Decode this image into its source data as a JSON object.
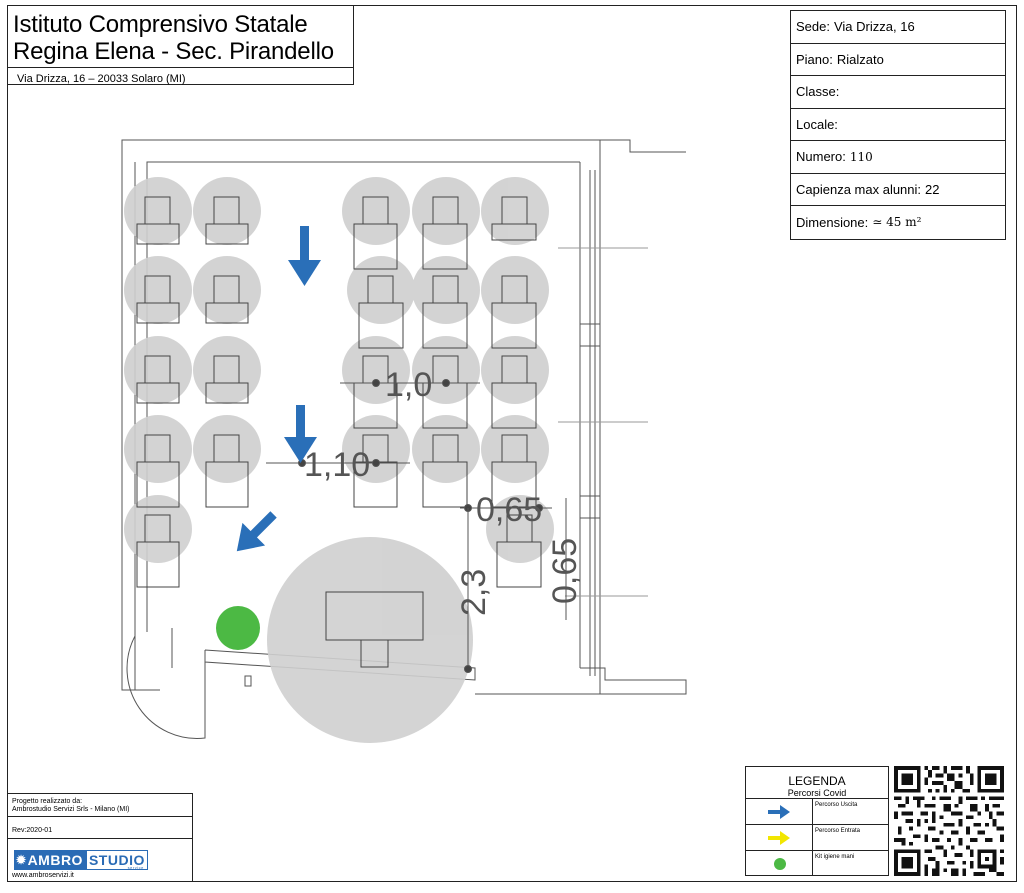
{
  "header": {
    "title_line1": "Istituto Comprensivo Statale",
    "title_line2": "Regina Elena - Sec. Pirandello",
    "address": "Via Drizza, 16 – 20033 Solaro (MI)"
  },
  "info": {
    "sede_label": "Sede:",
    "sede_value": "Via Drizza, 16",
    "piano_label": "Piano:",
    "piano_value": "Rialzato",
    "classe_label": "Classe:",
    "locale_label": "Locale:",
    "numero_label": "Numero:",
    "numero_value": "110",
    "capienza_label": "Capienza max alunni:",
    "capienza_value": "22",
    "dimensione_label": "Dimensione:",
    "dimensione_value": "≃ 45 m²"
  },
  "dimensions": {
    "d1": "1,0",
    "d2": "1,10",
    "d3": "0,65",
    "d4": "0,65",
    "d5": "2,3"
  },
  "legend": {
    "title": "LEGENDA",
    "subtitle": "Percorsi Covid",
    "items": [
      {
        "label": "Percorso Uscita",
        "symbol": "blue-arrow-icon",
        "color": "#2a6fb8"
      },
      {
        "label": "Percorso Entrata",
        "symbol": "yellow-arrow-icon",
        "color": "#f2e600"
      },
      {
        "label": "Kit igiene mani",
        "symbol": "green-dot-icon",
        "color": "#4cb944"
      }
    ]
  },
  "credits": {
    "line1": "Progetto realizzato da:",
    "line2": "Ambrostudio Servizi Srls - Milano (MI)",
    "rev": "Rev:2020-01",
    "logo_left": "AMBRO",
    "logo_right": "STUDIO",
    "logo_service": "service",
    "website": "www.ambroservizi.it"
  },
  "colors": {
    "exit_arrow": "#2a6fb8",
    "hygiene_kit": "#4cb944",
    "distance_circle": "#cfcfcf"
  }
}
